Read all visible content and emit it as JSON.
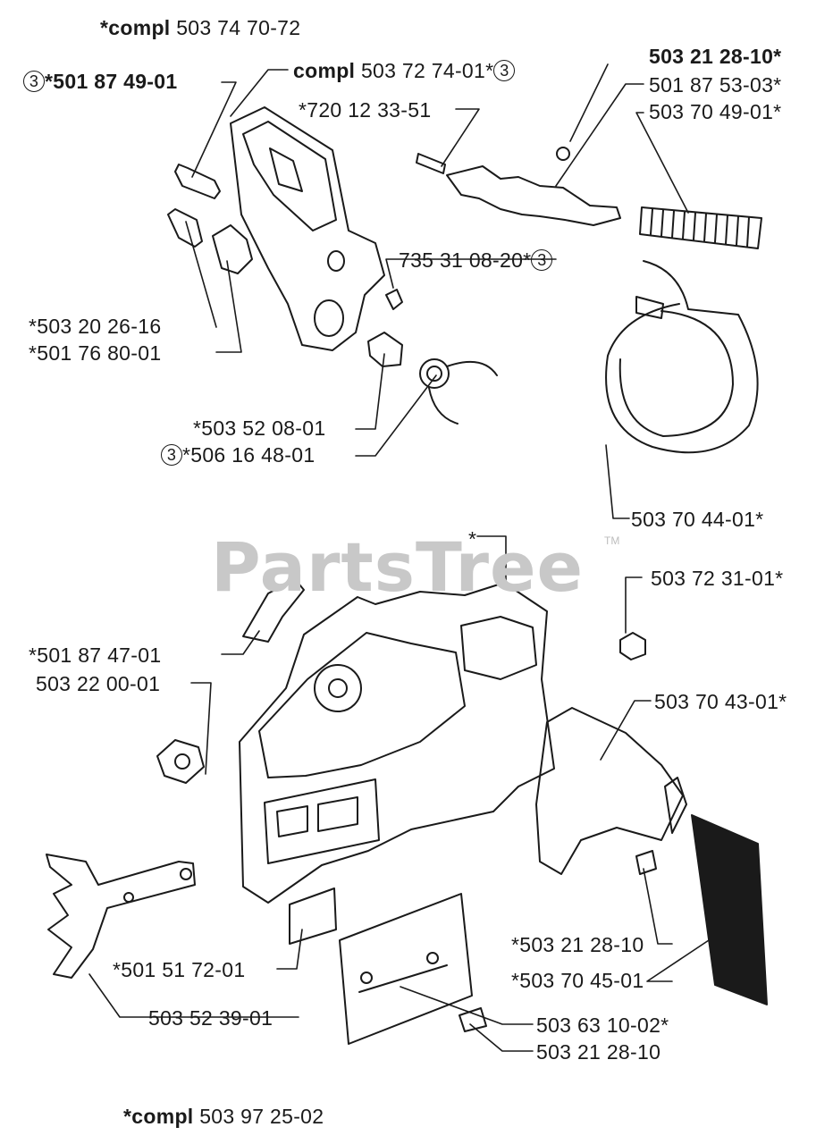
{
  "header": {
    "compl_word": "*compl",
    "compl_number": "503 74 70-72"
  },
  "footer": {
    "compl_word": "*compl",
    "compl_number": "503 97 25-02"
  },
  "watermark": {
    "text": "PartsTree",
    "tm": "TM"
  },
  "labels": {
    "p501874901": {
      "ref": "3",
      "star": "*",
      "number": "501 87 49-01"
    },
    "p503727401": {
      "compl": "compl",
      "number": "503 72 74-01*",
      "ref": "3"
    },
    "p503212810_top": {
      "number": "503 21 28-10*"
    },
    "p501875303": {
      "number": "501 87 53-03*"
    },
    "p503704901": {
      "number": "503 70 49-01*"
    },
    "p720123351": {
      "number": "*720 12 33-51"
    },
    "p735310820": {
      "number": "735 31 08-20*",
      "ref": "3"
    },
    "p503202616": {
      "number": "*503 20 26-16"
    },
    "p501768001": {
      "number": "*501 76 80-01"
    },
    "p503520801": {
      "number": "*503 52 08-01"
    },
    "p506164801": {
      "ref": "3",
      "number": "*506 16 48-01"
    },
    "p503704401": {
      "number": "503 70 44-01*"
    },
    "p_star": {
      "number": "*"
    },
    "p503723101": {
      "number": "503 72 31-01*"
    },
    "p501874701": {
      "number": "*501 87 47-01"
    },
    "p503220001": {
      "number": "503 22 00-01"
    },
    "p503704301": {
      "number": "503 70 43-01*"
    },
    "p503212810_mid": {
      "number": "*503 21 28-10"
    },
    "p503704501": {
      "number": "*503 70 45-01"
    },
    "p501517201": {
      "number": "*501 51 72-01"
    },
    "p503523901": {
      "number": "503 52 39-01"
    },
    "p503631002": {
      "number": "503 63 10-02*"
    },
    "p503212810_bot": {
      "number": "503 21 28-10"
    }
  }
}
